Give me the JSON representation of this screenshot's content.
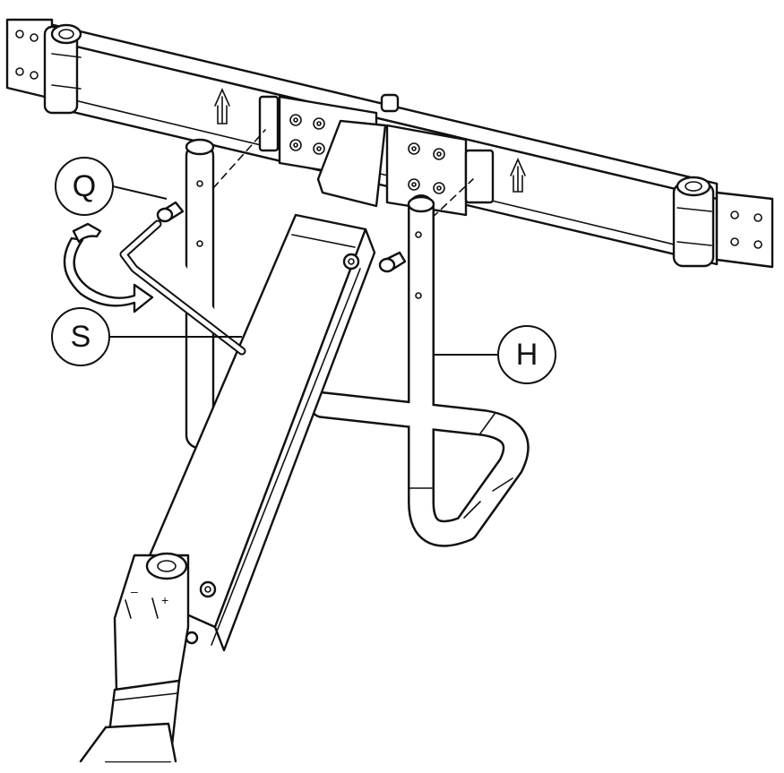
{
  "callouts": {
    "q": {
      "label": "Q"
    },
    "s": {
      "label": "S"
    },
    "h": {
      "label": "H"
    }
  }
}
